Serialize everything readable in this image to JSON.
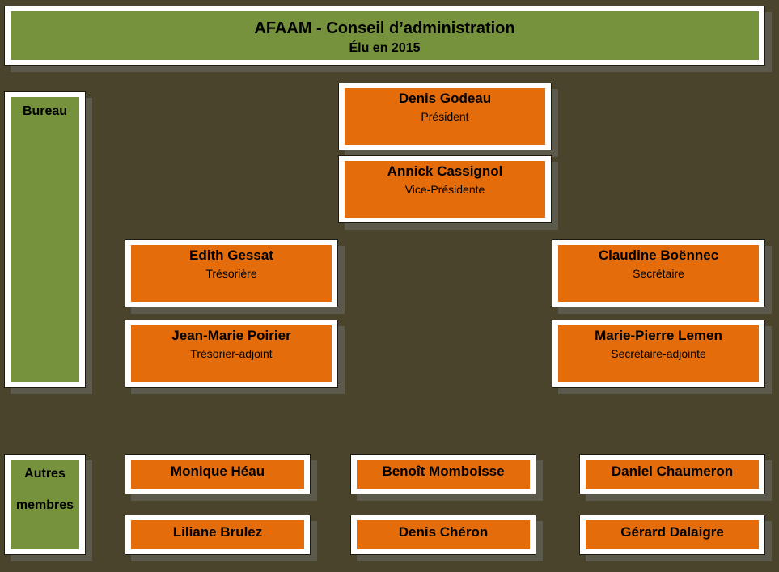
{
  "header": {
    "title": "AFAAM - Conseil d’administration",
    "subtitle": "Élu en 2015"
  },
  "sections": {
    "bureau": "Bureau",
    "autres_line1": "Autres",
    "autres_line2": "membres"
  },
  "bureau": {
    "president": {
      "name": "Denis Godeau",
      "role": "Président"
    },
    "vice_president": {
      "name": "Annick Cassignol",
      "role": "Vice-Présidente"
    },
    "tresoriere": {
      "name": "Edith Gessat",
      "role": "Trésorière"
    },
    "tresorier_adjoint": {
      "name": "Jean-Marie Poirier",
      "role": "Trésorier-adjoint"
    },
    "secretaire": {
      "name": "Claudine Boënnec",
      "role": "Secrétaire"
    },
    "secretaire_adjointe": {
      "name": "Marie-Pierre Lemen",
      "role": "Secrétaire-adjointe"
    }
  },
  "autres_membres": [
    "Monique Héau",
    "Benoît Momboisse",
    "Daniel Chaumeron",
    "Liliane Brulez",
    "Denis Chéron",
    "Gérard Dalaigre"
  ],
  "colors": {
    "background": "#4a442c",
    "green": "#76923c",
    "orange": "#e46c0a",
    "shadow": "#5c5a4c"
  }
}
